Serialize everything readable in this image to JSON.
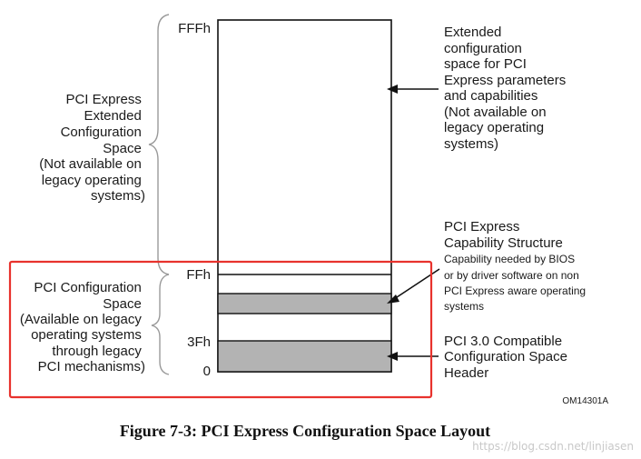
{
  "addresses": {
    "top": "FFFh",
    "ff": "FFh",
    "3f": "3Fh",
    "zero": "0"
  },
  "left_labels": {
    "extended": [
      "PCI Express",
      "Extended",
      "Configuration",
      "Space",
      "(Not available on",
      "legacy operating",
      "systems)"
    ],
    "config": [
      "PCI Configuration",
      "Space",
      "(Available on legacy",
      "operating systems",
      "through legacy",
      "PCI mechanisms)"
    ]
  },
  "right_labels": {
    "extended": [
      "Extended",
      "configuration",
      "space for PCI",
      "Express parameters",
      "and capabilities",
      "(Not available on",
      "legacy operating",
      "systems)"
    ],
    "capability_title": [
      "PCI Express",
      "Capability Structure"
    ],
    "capability_note": [
      "Capability needed  by BIOS",
      "or by driver software on non",
      "PCI Express aware operating",
      "systems"
    ],
    "header": [
      "PCI 3.0 Compatible",
      "Configuration Space",
      "Header"
    ]
  },
  "figure_id": "OM14301A",
  "caption": "Figure 7-3:  PCI Express Configuration Space Layout",
  "watermark": "https://blog.csdn.net/linjiasen",
  "colors": {
    "box_stroke": "#111111",
    "shaded": "#b3b3b3",
    "highlight": "#e8322d",
    "brace": "#999999"
  }
}
